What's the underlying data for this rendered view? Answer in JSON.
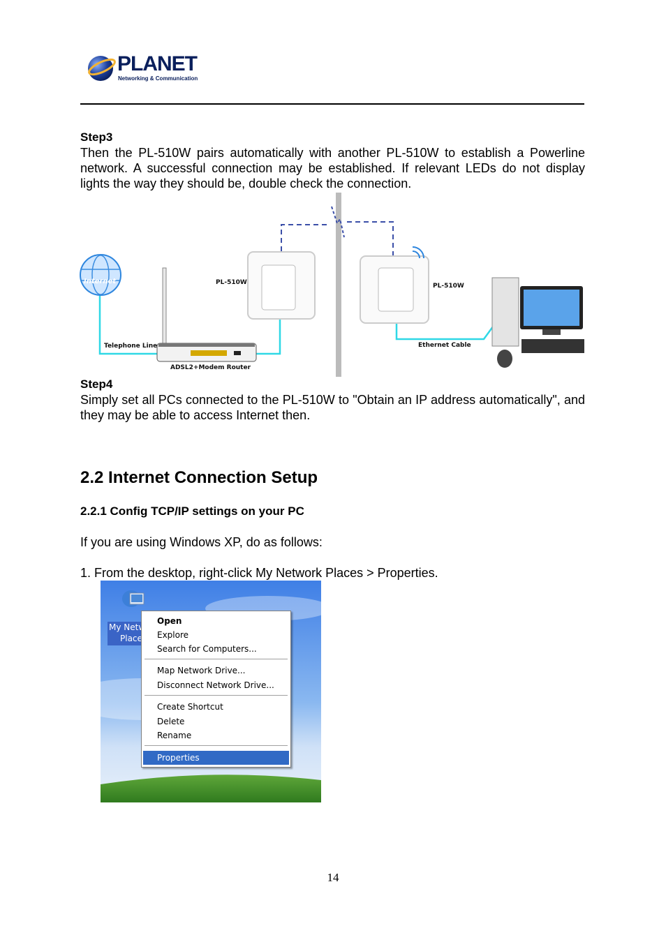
{
  "header": {
    "logo_word": "PLANET",
    "logo_sub": "Networking & Communication"
  },
  "step3": {
    "heading": "Step3",
    "text": "Then the PL-510W pairs automatically with another PL-510W to establish a Powerline network. A successful connection may be established. If relevant LEDs do not display lights the way they should be, double check the connection."
  },
  "diagram": {
    "internet": "Internet",
    "telephone_line": "Telephone Line",
    "router": "ADSL2+Modem Router",
    "adapter_left": "PL-510W",
    "adapter_right": "PL-510W",
    "ethernet_cable": "Ethernet Cable",
    "colors": {
      "cable": "#2fd8e6",
      "powerline": "#3b4fa8",
      "wall": "#bbbbbb"
    }
  },
  "step4": {
    "heading": "Step4",
    "text": "Simply set all PCs connected to the PL-510W to \"Obtain an IP address automatically\", and they may be able to access Internet then."
  },
  "section": {
    "title": "2.2 Internet Connection Setup",
    "subtitle": "2.2.1 Config TCP/IP settings on your PC",
    "intro": "If you are using Windows XP, do as follows:",
    "step1": "1.  From the desktop, right-click My Network Places > Properties."
  },
  "screenshot": {
    "icon_label_line1": "My Netw",
    "icon_label_line2": "Place",
    "menu": {
      "open": "Open",
      "explore": "Explore",
      "search": "Search for Computers...",
      "map": "Map Network Drive...",
      "disconnect": "Disconnect Network Drive...",
      "shortcut": "Create Shortcut",
      "delete": "Delete",
      "rename": "Rename",
      "properties": "Properties"
    }
  },
  "page_number": "14"
}
